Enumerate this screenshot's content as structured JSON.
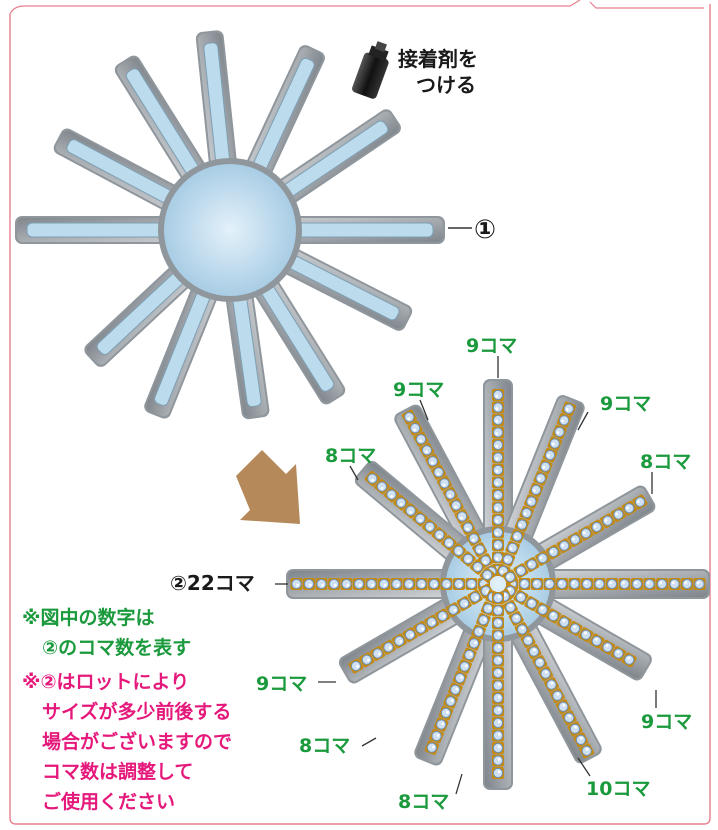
{
  "glue_note": [
    "接着剤を",
    "つける"
  ],
  "part1_label": "①",
  "part2_label": "②22コマ",
  "ray_counts": [
    "9コマ",
    "9コマ",
    "9コマ",
    "8コマ",
    "8コマ",
    "9コマ",
    "9コマ",
    "8コマ",
    "8コマ",
    "10コマ"
  ],
  "note_green": [
    "※図中の数字は",
    "②のコマ数を表す"
  ],
  "note_pink": [
    "※②はロットにより",
    "サイズが多少前後する",
    "場合がございますので",
    "コマ数は調整して",
    "ご使用ください"
  ],
  "colors": {
    "frame": "#e87f8f",
    "arrow": "#b5895a",
    "label_green": "#1a9a3c",
    "note_pink": "#e5197b",
    "bead_gold": "#c48a12",
    "bead_blue": "#cfe0f3",
    "ray_metal": "#8f969c",
    "ray_fill": "#bcdcee"
  },
  "icons": [
    "glue-tube-icon",
    "direction-arrow-icon"
  ]
}
